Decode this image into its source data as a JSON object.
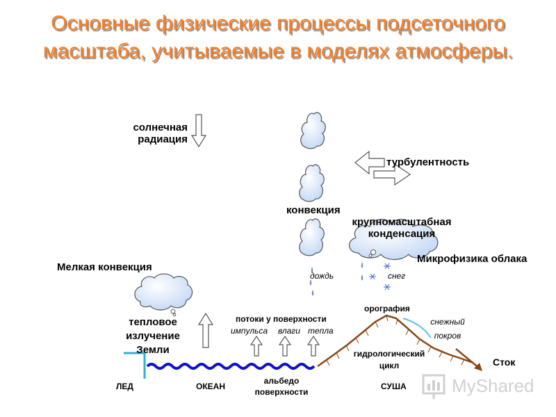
{
  "title": {
    "line1": "Основные физические процессы подсеточного",
    "line2": "масштаба, учитываемые в моделях атмосферы."
  },
  "labels": {
    "solar_radiation_line1": "солнечная",
    "solar_radiation_line2": "радиация",
    "turbulence": "турбулентность",
    "convection": "конвекция",
    "large_scale_condensation_line1": "крупномасштабная",
    "large_scale_condensation_line2": "конденсация",
    "cloud_microphysics": "Микрофизика облака",
    "rain": "дождь",
    "snow": "снег",
    "shallow_convection": "Мелкая конвекция",
    "thermal_radiation_line1": "тепловое",
    "thermal_radiation_line2": "излучение",
    "thermal_radiation_line3": "Земли",
    "surface_fluxes": "потоки у поверхности",
    "momentum": "импульса",
    "moisture": "влаги",
    "heat": "тепла",
    "orography": "орография",
    "snow_cover_line1": "снежный",
    "snow_cover_line2": "покров",
    "hydrological_cycle_line1": "гидрологический",
    "hydrological_cycle_line2": "цикл",
    "runoff": "Сток",
    "ice": "ЛЕД",
    "ocean": "ОКЕАН",
    "albedo_line1": "альбедо",
    "albedo_line2": "поверхности",
    "land": "СУША"
  },
  "watermark": {
    "text": "MyShared"
  },
  "colors": {
    "title": "#ff7f1f",
    "cloud_fill": "#cde0ff",
    "ocean": "#1010cc",
    "mountain": "#8b4513",
    "ice": "#30b0d0",
    "snow_line": "#60c0e8",
    "arrow": "#555555"
  }
}
